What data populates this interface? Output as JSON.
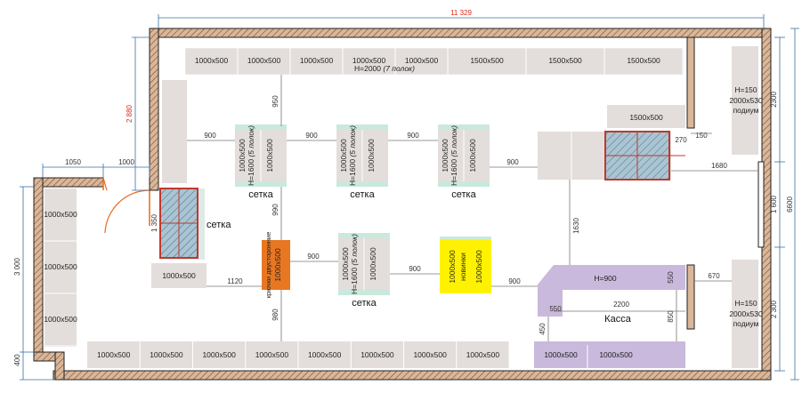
{
  "dimensions": {
    "total_width": "11 329",
    "total_height": "6600",
    "left_top_height": "2 880",
    "vestibule_width": "1050",
    "door_width": "1000",
    "vestibule_height": "3 000",
    "vestibule_bottom": "400",
    "right_top": "2300",
    "right_middle": "1 600",
    "right_bottom": "2 300"
  },
  "top_wall_shelves": [
    "1000x500",
    "1000x500",
    "1000x500",
    "1000x500",
    "1000x500",
    "1500x500",
    "1500x500",
    "1500x500"
  ],
  "top_wall_note": "H=2000",
  "top_wall_note_italic": "(7 полок)",
  "bottom_wall_shelves": [
    "1000x500",
    "1000x500",
    "1000x500",
    "1000x500",
    "1000x500",
    "1000x500",
    "1000x500",
    "1000x500"
  ],
  "left_wall_shelves": [
    "1000x500",
    "1000x500",
    "1000x500"
  ],
  "gondola_main": "1000x500",
  "gondola_height": "H=1600",
  "gondola_shelves": "(5 полок)",
  "setka": "сетка",
  "setka_upper": [
    "сетка",
    "сетка",
    "сетка"
  ],
  "setka_lower": "сетка",
  "setka_left": "сетка",
  "orange_shelf": {
    "size": "1000x500",
    "label": "крючки двусторонние"
  },
  "yellow_shelf": {
    "size": "1000x500",
    "label": "новинки"
  },
  "left_block": "1000x500",
  "shelf_1500": "1500x500",
  "cashier": {
    "label": "Касса",
    "height": "H=900",
    "box1": "1000x500",
    "box2": "1000x500"
  },
  "podium_top": {
    "height": "H=150",
    "size": "2000x530",
    "label": "подиум"
  },
  "podium_bottom": {
    "height": "H=150",
    "size": "2000x530",
    "label": "подиум"
  },
  "gaps": {
    "g900": "900",
    "g950": "950",
    "g990": "990",
    "g980": "980",
    "g1120": "1120",
    "g1350": "1 350",
    "g1630": "1630",
    "g1680": "1680",
    "g270": "270",
    "g150": "150",
    "g670": "670",
    "g550": "550",
    "g2200": "2200",
    "g850": "850",
    "g450": "450"
  }
}
